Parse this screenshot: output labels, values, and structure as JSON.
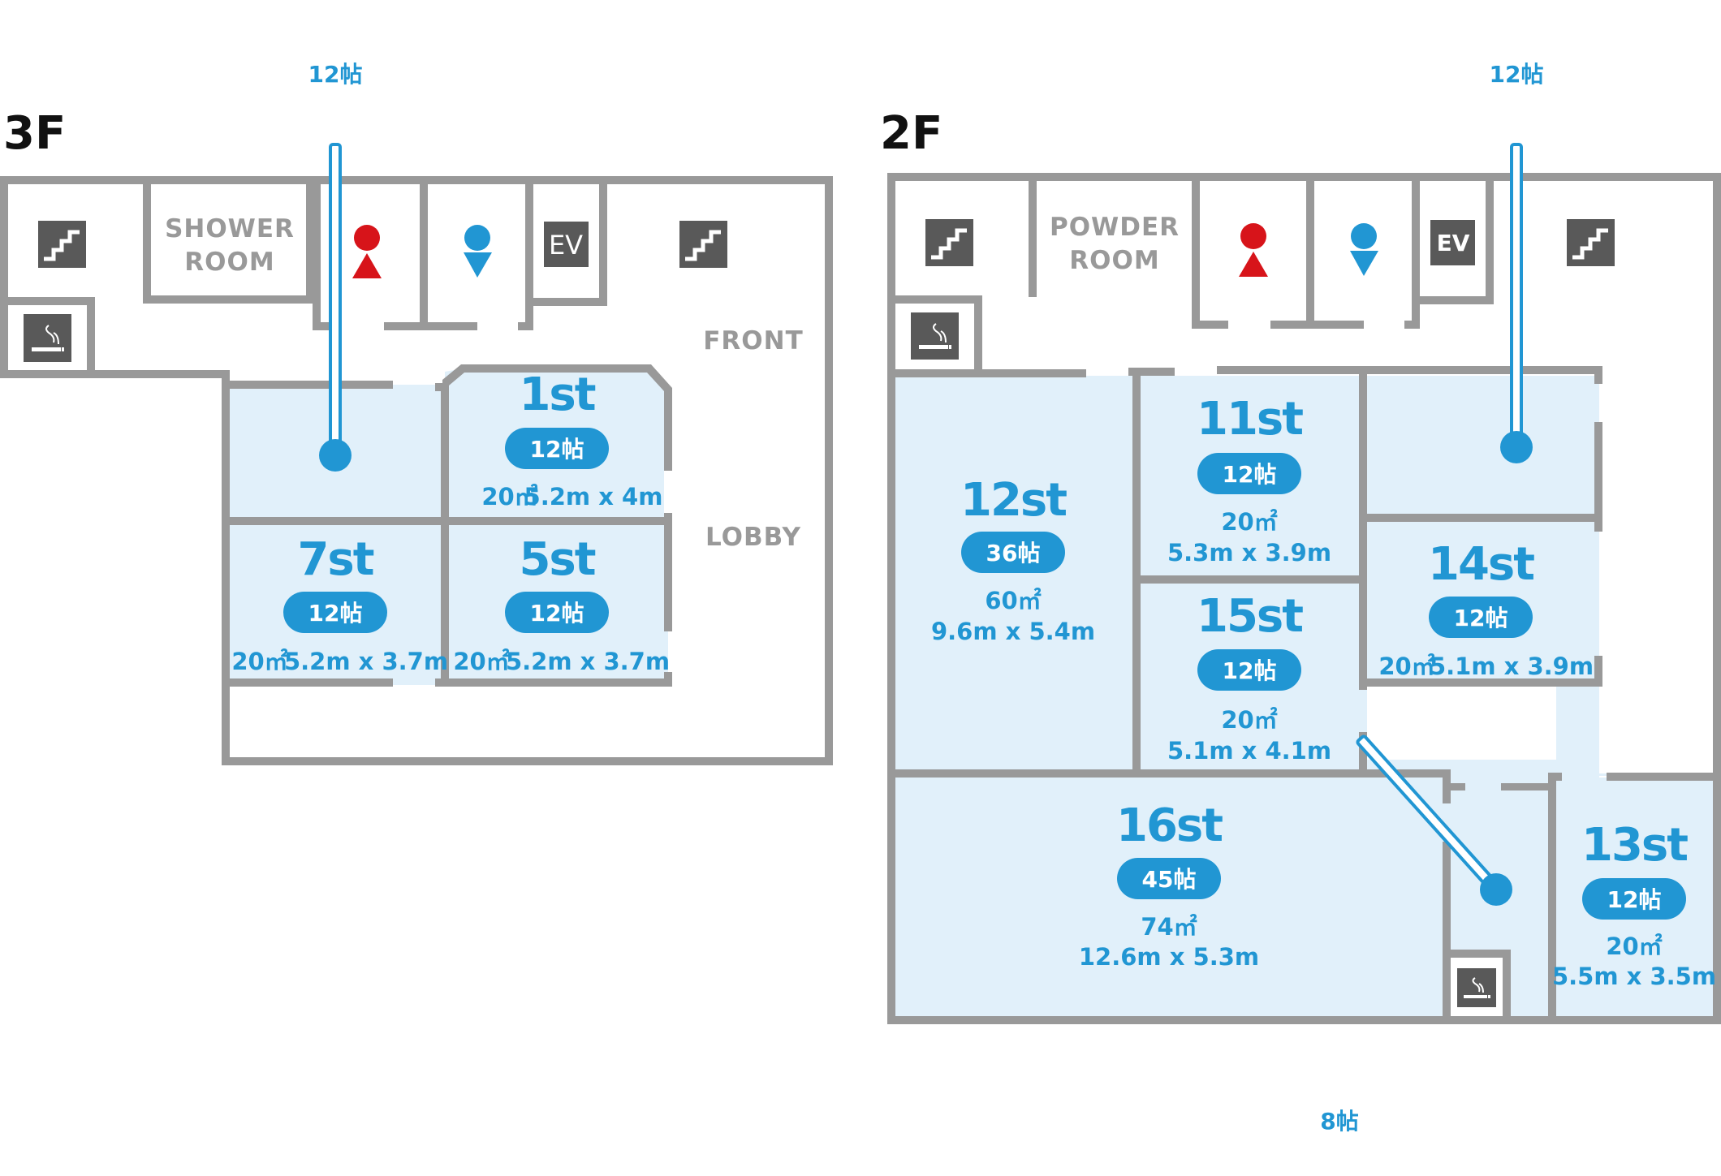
{
  "colors": {
    "accent": "#2196d3",
    "wall": "#999999",
    "room_fill": "#e1f0fa",
    "icon_box": "#595959",
    "female": "#d7141a",
    "male": "#2196d3",
    "title": "#111111"
  },
  "floors": [
    {
      "title": "3F",
      "labels": {
        "shower_room_line1": "SHOWER",
        "shower_room_line2": "ROOM",
        "front": "FRONT",
        "lobby": "LOBBY",
        "elevator": "EV"
      },
      "icons": [
        "stairs-icon",
        "stairs-icon",
        "smoking-area-icon",
        "female-restroom-icon",
        "male-restroom-icon",
        "elevator-icon"
      ],
      "callouts": [
        {
          "label": "12帖",
          "target": "unnamed room"
        }
      ],
      "rooms": [
        {
          "name": "1st",
          "tatami": "12帖",
          "area": "20㎡",
          "dimensions": "5.2m x 4m"
        },
        {
          "name": "7st",
          "tatami": "12帖",
          "area": "20㎡",
          "dimensions": "5.2m x 3.7m"
        },
        {
          "name": "5st",
          "tatami": "12帖",
          "area": "20㎡",
          "dimensions": "5.2m x 3.7m"
        }
      ]
    },
    {
      "title": "2F",
      "labels": {
        "powder_room_line1": "POWDER",
        "powder_room_line2": "ROOM",
        "elevator": "EV"
      },
      "icons": [
        "stairs-icon",
        "stairs-icon",
        "smoking-area-icon",
        "smoking-area-icon",
        "female-restroom-icon",
        "male-restroom-icon",
        "elevator-icon"
      ],
      "callouts": [
        {
          "label": "12帖",
          "target": "unnamed room"
        },
        {
          "label": "8帖",
          "target": "corridor room"
        }
      ],
      "rooms": [
        {
          "name": "12st",
          "tatami": "36帖",
          "area": "60㎡",
          "dimensions": "9.6m x 5.4m"
        },
        {
          "name": "11st",
          "tatami": "12帖",
          "area": "20㎡",
          "dimensions": "5.3m x 3.9m"
        },
        {
          "name": "15st",
          "tatami": "12帖",
          "area": "20㎡",
          "dimensions": "5.1m x 4.1m"
        },
        {
          "name": "14st",
          "tatami": "12帖",
          "area": "20㎡",
          "dimensions": "5.1m x 3.9m"
        },
        {
          "name": "16st",
          "tatami": "45帖",
          "area": "74㎡",
          "dimensions": "12.6m x 5.3m"
        },
        {
          "name": "13st",
          "tatami": "12帖",
          "area": "20㎡",
          "dimensions": "5.5m x 3.5m"
        }
      ]
    }
  ]
}
